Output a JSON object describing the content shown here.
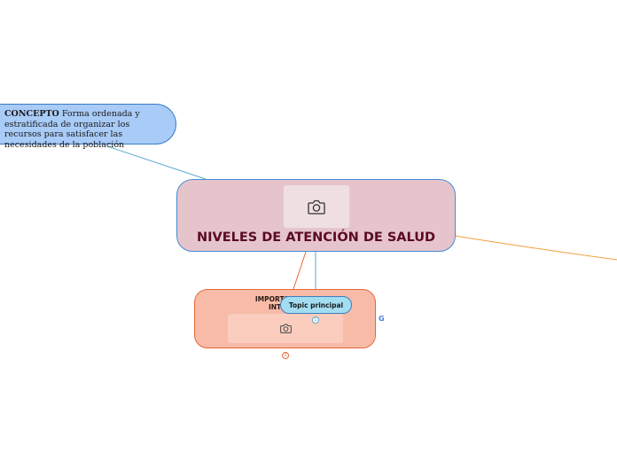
{
  "concept": {
    "label": "CONCEPTO",
    "text": " Forma ordenada y estratificada de organizar los recursos para satisfacer las necesidades de la población"
  },
  "main": {
    "title": "NIVELES DE ATENCIÓN DE SALUD",
    "image_icon": "camera-icon"
  },
  "importancia": {
    "line1": "IMPORTAMCIA E",
    "line2": "INTEGRA",
    "image_icon": "camera-icon"
  },
  "topic": {
    "label": "Topic principal"
  },
  "collapse": {
    "blue": "1",
    "orange": "2"
  },
  "google_icon": "G",
  "colors": {
    "concept_fill": "#a9cbf7",
    "main_fill": "#e5c5cb",
    "main_title": "#5a0a22",
    "sub_fill": "#f7bba8",
    "topic_fill": "#a3ddf2",
    "connector_blue": "#5aa9cf",
    "connector_orange": "#f0a040"
  }
}
